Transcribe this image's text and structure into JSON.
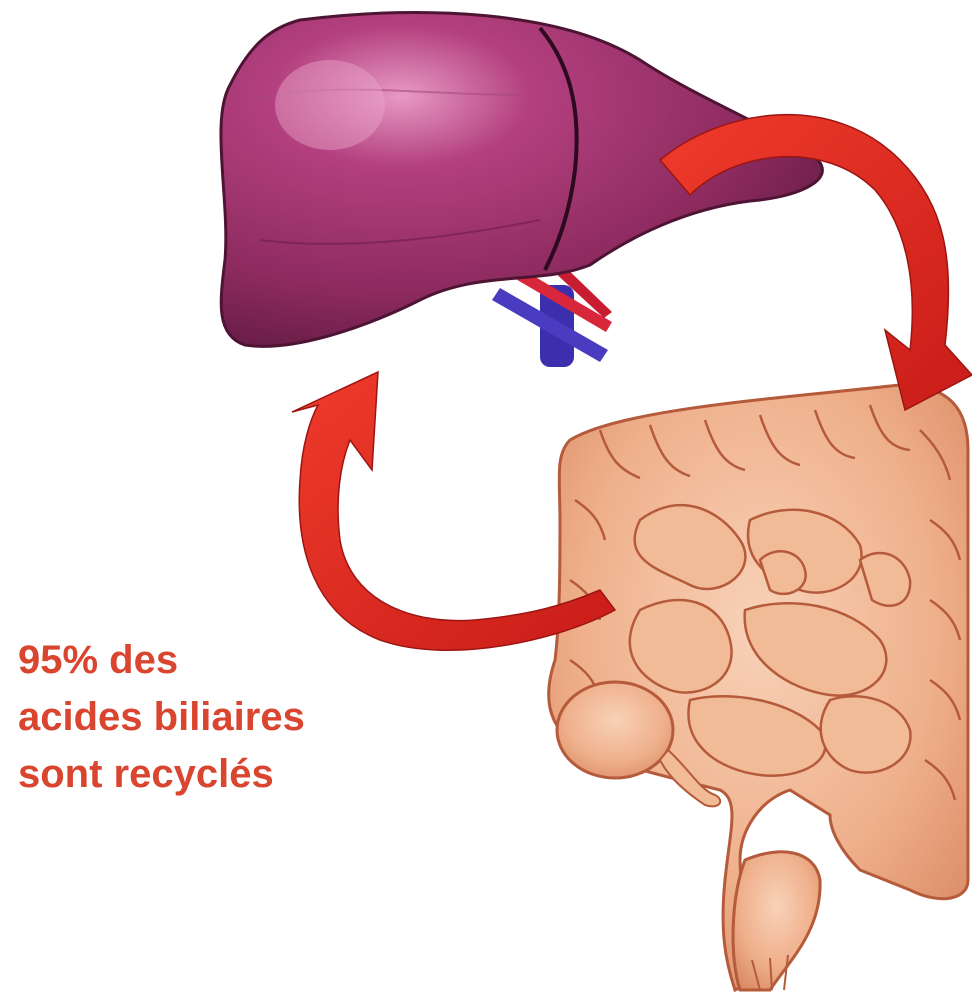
{
  "caption": {
    "lines": [
      "95% des",
      "acides biliaires",
      "sont recyclés"
    ],
    "color": "#d9452f"
  },
  "colors": {
    "liver": "#8e2a5e",
    "liver_highlight": "#c86a9c",
    "intestine": "#efb08c",
    "intestine_outline": "#b55a3a",
    "arrow": "#e02a22",
    "vein": "#3a2fa8",
    "artery": "#d8263a"
  },
  "icons": [
    "liver",
    "intestines",
    "circulation-arrow"
  ]
}
